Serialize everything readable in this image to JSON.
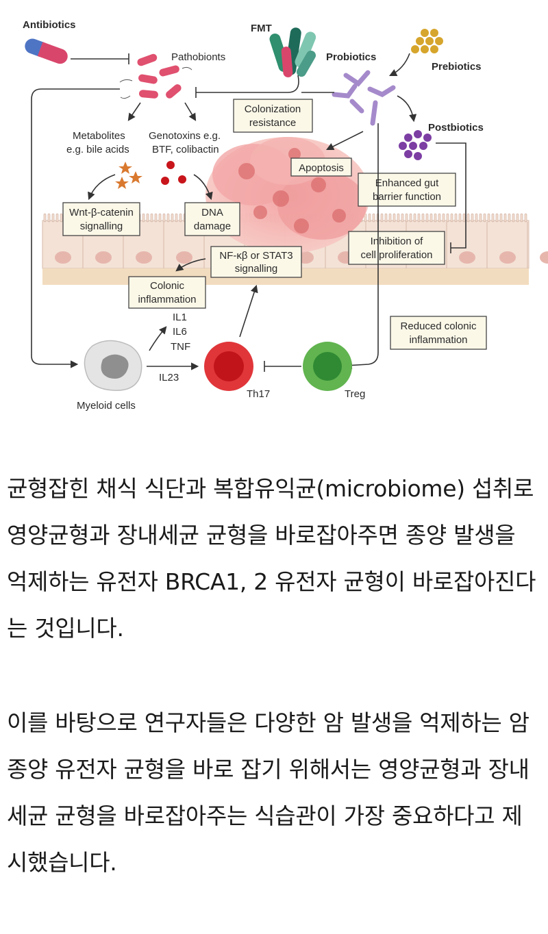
{
  "diagram": {
    "antibiotics": "Antibiotics",
    "fmt": "FMT",
    "pathobionts": "Pathobionts",
    "probiotics": "Probiotics",
    "prebiotics": "Prebiotics",
    "postbiotics": "Postbiotics",
    "metabolites_l1": "Metabolites",
    "metabolites_l2": "e.g. bile acids",
    "genotoxins_l1": "Genotoxins e.g.",
    "genotoxins_l2": "BTF, colibactin",
    "colonization_l1": "Colonization",
    "colonization_l2": "resistance",
    "apoptosis": "Apoptosis",
    "enhanced_l1": "Enhanced gut",
    "enhanced_l2": "barrier function",
    "wnt_l1": "Wnt-β-catenin",
    "wnt_l2": "signalling",
    "dna_l1": "DNA",
    "dna_l2": "damage",
    "inhibition_l1": "Inhibition of",
    "inhibition_l2": "cell proliferation",
    "nfkb_l1": "NF-κβ or STAT3",
    "nfkb_l2": "signalling",
    "colonic_l1": "Colonic",
    "colonic_l2": "inflammation",
    "reduced_l1": "Reduced colonic",
    "reduced_l2": "inflammation",
    "il1": "IL1",
    "il6": "IL6",
    "tnf": "TNF",
    "il23": "IL23",
    "myeloid": "Myeloid cells",
    "th17": "Th17",
    "treg": "Treg"
  },
  "article": {
    "p1": "균형잡힌 채식 식단과 복합유익균(microbiome) 섭취로 영양균형과 장내세균 균형을 바로잡아주면 종양 발생을 억제하는 유전자 BRCA1, 2 유전자 균형이 바로잡아진다는 것입니다.",
    "p2": "이를 바탕으로 연구자들은 다양한 암 발생을 억제하는 암 종양 유전자 균형을 바로 잡기 위해서는 영양균형과 장내세균 균형을 바로잡아주는 식습관이 가장 중요하다고 제시했습니다."
  }
}
